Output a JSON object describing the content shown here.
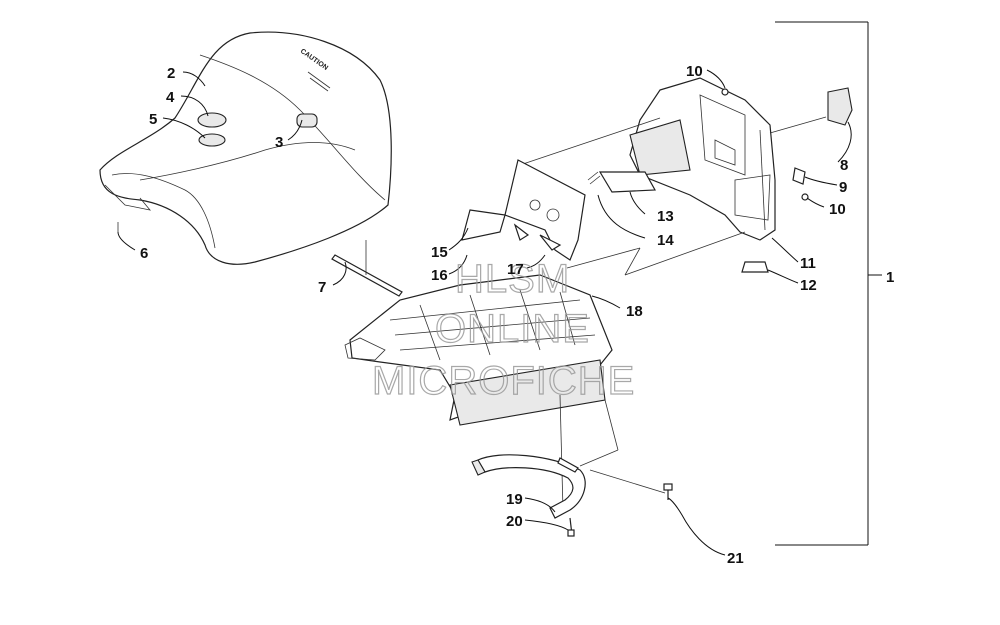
{
  "diagram": {
    "callouts": [
      {
        "id": "c1",
        "text": "1"
      },
      {
        "id": "c2",
        "text": "2"
      },
      {
        "id": "c3",
        "text": "3"
      },
      {
        "id": "c4",
        "text": "4"
      },
      {
        "id": "c5",
        "text": "5"
      },
      {
        "id": "c6",
        "text": "6"
      },
      {
        "id": "c7",
        "text": "7"
      },
      {
        "id": "c8",
        "text": "8"
      },
      {
        "id": "c9",
        "text": "9"
      },
      {
        "id": "c10a",
        "text": "10"
      },
      {
        "id": "c10b",
        "text": "10"
      },
      {
        "id": "c11",
        "text": "11"
      },
      {
        "id": "c12",
        "text": "12"
      },
      {
        "id": "c13",
        "text": "13"
      },
      {
        "id": "c14",
        "text": "14"
      },
      {
        "id": "c15",
        "text": "15"
      },
      {
        "id": "c16",
        "text": "16"
      },
      {
        "id": "c17",
        "text": "17"
      },
      {
        "id": "c18",
        "text": "18"
      },
      {
        "id": "c19",
        "text": "19"
      },
      {
        "id": "c20",
        "text": "20"
      },
      {
        "id": "c21",
        "text": "21"
      }
    ],
    "seat_label": "CAUTION",
    "watermark": [
      "HLSM",
      "ONLINE",
      "MICROFICHE"
    ]
  }
}
